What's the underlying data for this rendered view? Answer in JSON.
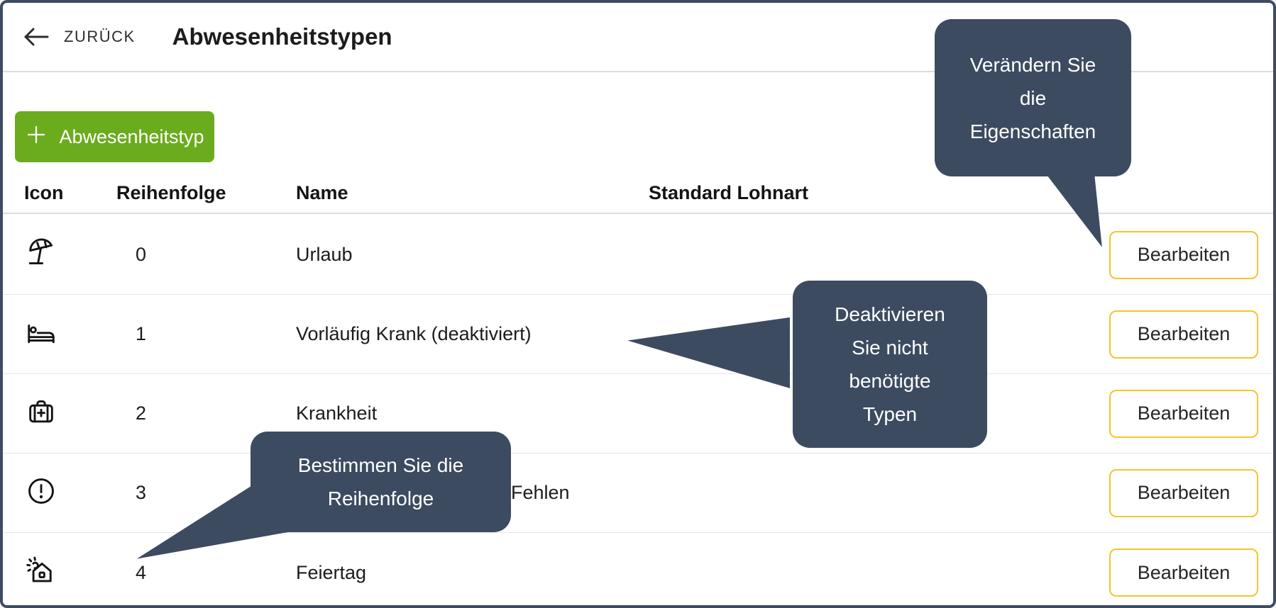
{
  "header": {
    "back_label": "ZURÜCK",
    "title": "Abwesenheitstypen"
  },
  "toolbar": {
    "add_button_label": "Abwesenheitstyp",
    "add_button_icon": "plus-icon"
  },
  "table": {
    "columns": [
      "Icon",
      "Reihenfolge",
      "Name",
      "Standard Lohnart"
    ],
    "action_label": "Bearbeiten",
    "rows": [
      {
        "icon": "beach-umbrella-icon",
        "order": "0",
        "name": "Urlaub",
        "standard_lohnart": ""
      },
      {
        "icon": "bed-icon",
        "order": "1",
        "name": "Vorläufig Krank (deaktiviert)",
        "standard_lohnart": ""
      },
      {
        "icon": "first-aid-icon",
        "order": "2",
        "name": "Krankheit",
        "standard_lohnart": ""
      },
      {
        "icon": "alert-circle-icon",
        "order": "3",
        "name": "Fehlen",
        "standard_lohnart": ""
      },
      {
        "icon": "holiday-home-icon",
        "order": "4",
        "name": "Feiertag",
        "standard_lohnart": ""
      }
    ]
  },
  "tooltips": [
    {
      "id": "edit-properties",
      "text": "Verändern Sie\ndie\nEigenschaften"
    },
    {
      "id": "deactivate-types",
      "text": "Deaktivieren\nSie nicht\nbenötigte\nTypen"
    },
    {
      "id": "set-order",
      "text": "Bestimmen Sie die\nReihenfolge"
    }
  ],
  "colors": {
    "accent_green": "#6BAB1E",
    "edit_button_border": "#F0C62B",
    "tooltip_bg": "#3D4B61",
    "frame_border": "#3E4C63",
    "divider": "#DCDCDC",
    "row_divider": "#E4E4E4",
    "text_primary": "#1C1C1C"
  }
}
